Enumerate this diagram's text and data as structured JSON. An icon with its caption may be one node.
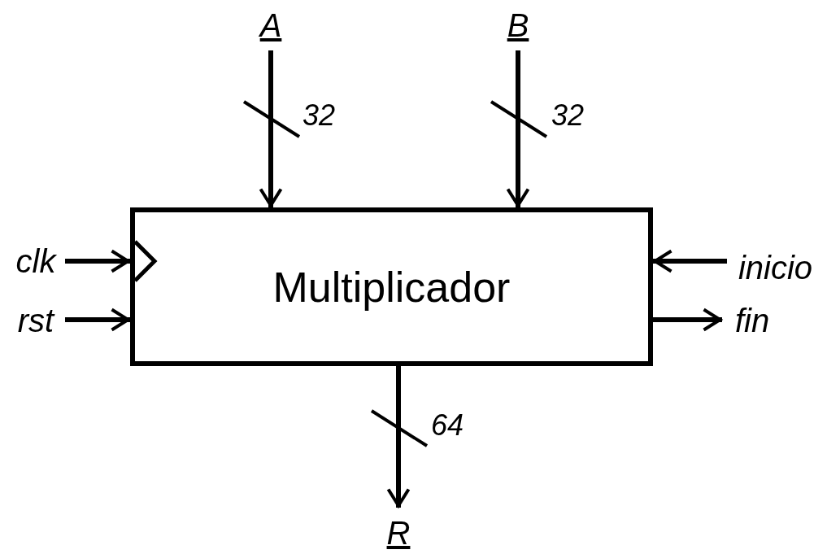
{
  "diagram": {
    "nodes": [
      {
        "text": [
          "A"
        ]
      },
      {
        "text": [
          "B"
        ]
      },
      {
        "text": [
          "Multiplicador"
        ]
      },
      {
        "text": [
          "clk"
        ]
      },
      {
        "text": [
          "rst"
        ]
      },
      {
        "text": [
          "inicio"
        ]
      },
      {
        "text": [
          "fin"
        ]
      },
      {
        "text": [
          "R"
        ]
      }
    ],
    "edges": [
      {
        "from": 0,
        "to": 2,
        "arrow": "to",
        "label": "32"
      },
      {
        "from": 1,
        "to": 2,
        "arrow": "to",
        "label": "32"
      },
      {
        "from": 3,
        "to": 2,
        "arrow": "to"
      },
      {
        "from": 4,
        "to": 2,
        "arrow": "to"
      },
      {
        "from": 5,
        "to": 2,
        "arrow": "to"
      },
      {
        "from": 2,
        "to": 6,
        "arrow": "to"
      },
      {
        "from": 2,
        "to": 7,
        "arrow": "to",
        "label": "64"
      }
    ]
  }
}
